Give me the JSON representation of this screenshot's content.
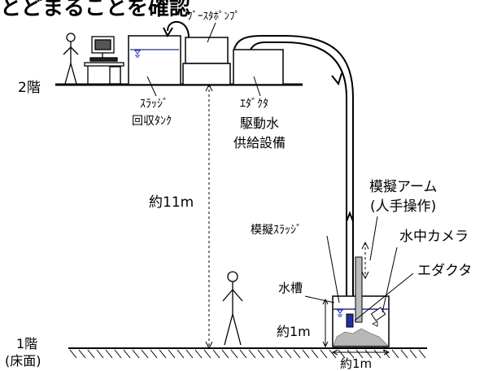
{
  "labels": {
    "top_partial": "とどまることを確認",
    "floor2": "2階",
    "booster_pump": "ﾌﾞｰｽﾀﾎﾟﾝﾌﾟ",
    "sludge_tank_1": "ｽﾗｯｼﾞ",
    "sludge_tank_2": "回収ﾀﾝｸ",
    "eductor_supply_1": "ｴﾀﾞｸﾀ",
    "eductor_supply_2": "駆動水",
    "eductor_supply_3": "供給設備",
    "height": "約11m",
    "arm_1": "模擬アーム",
    "arm_2": "(人手操作)",
    "sim_sludge": "模擬ｽﾗｯｼﾞ",
    "underwater_camera": "水中カメラ",
    "eductor": "エダクタ",
    "water_tank": "水槽",
    "tank_height": "約1m",
    "tank_width": "約1m",
    "floor1_1": "1階",
    "floor1_2": "(床面)"
  },
  "colors": {
    "line": "#000000",
    "water": "#1f2fa8",
    "sludge": "#b8b8b8"
  }
}
